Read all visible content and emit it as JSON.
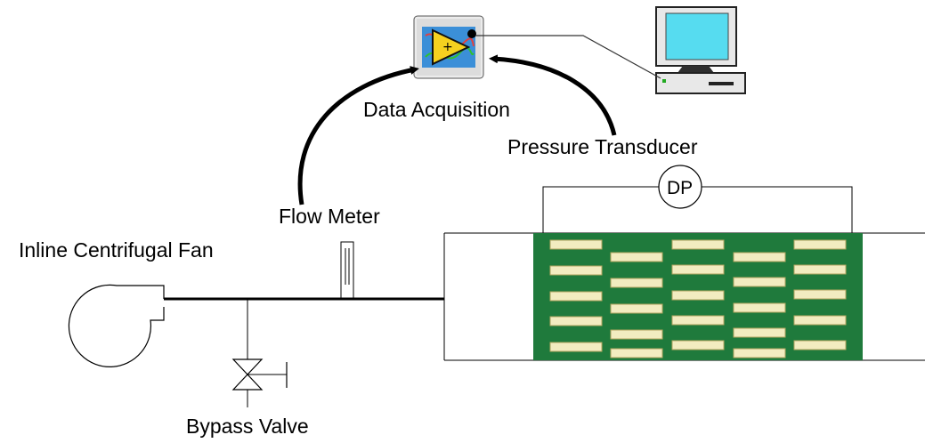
{
  "labels": {
    "data_acquisition": "Data Acquisition",
    "pressure_transducer": "Pressure Transducer",
    "dp": "DP",
    "flow_meter": "Flow Meter",
    "fan": "Inline Centrifugal Fan",
    "bypass_valve": "Bypass Valve"
  },
  "colors": {
    "line": "#000000",
    "test_section_green": "#1f7a3c",
    "fin_fill": "#f2ecc0",
    "fin_edge": "#b3a560",
    "monitor_screen": "#56dcf0",
    "daq_icon_bg": "#f5d11f"
  },
  "icons": {
    "daq": "labview-daq-icon",
    "computer": "desktop-computer-icon",
    "fan": "centrifugal-fan-icon",
    "valve": "gate-valve-icon"
  }
}
